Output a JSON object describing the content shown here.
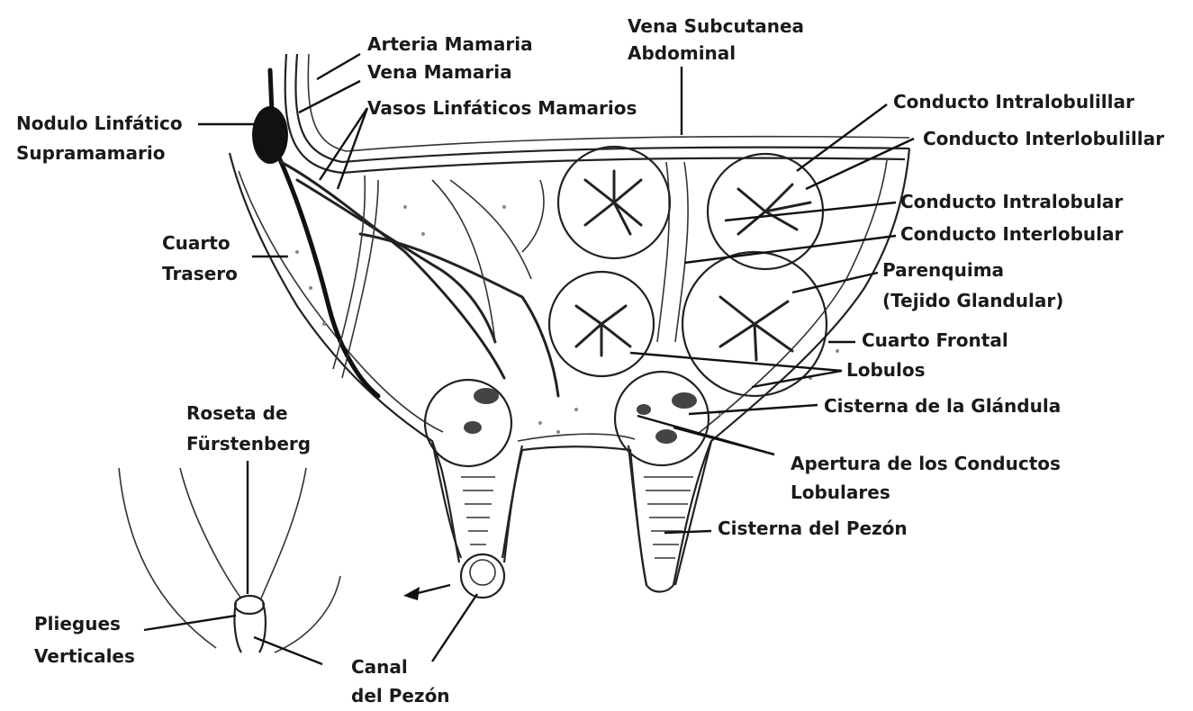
{
  "labels": {
    "arteria_mamaria": "Arteria Mamaria",
    "vena_mamaria": "Vena Mamaria",
    "vasos_linfaticos": "Vasos Linfáticos Mamarios",
    "nodulo_line1": "Nodulo Linfático",
    "nodulo_line2": "Supramamario",
    "vena_subcutanea_line1": "Vena Subcutanea",
    "vena_subcutanea_line2": "Abdominal",
    "conducto_intralobulillar": "Conducto Intralobulillar",
    "conducto_interlobulillar": "Conducto Interlobulillar",
    "conducto_intralobular": "Conducto Intralobular",
    "conducto_interlobular": "Conducto Interlobular",
    "parenquima_line1": "Parenquima",
    "parenquima_line2": "(Tejido Glandular)",
    "cuarto_frontal": "Cuarto Frontal",
    "lobulos": "Lobulos",
    "cisterna_glandula": "Cisterna de la Glándula",
    "apertura_line1": "Apertura de los Conductos",
    "apertura_line2": "Lobulares",
    "cisterna_pezon": "Cisterna del Pezón",
    "cuarto_trasero_line1": "Cuarto",
    "cuarto_trasero_line2": "Trasero",
    "roseta_line1": "Roseta de",
    "roseta_line2": "Fürstenberg",
    "pliegues_line1": "Pliegues",
    "pliegues_line2": "Verticales",
    "canal_line1": "Canal",
    "canal_line2": "del Pezón"
  }
}
